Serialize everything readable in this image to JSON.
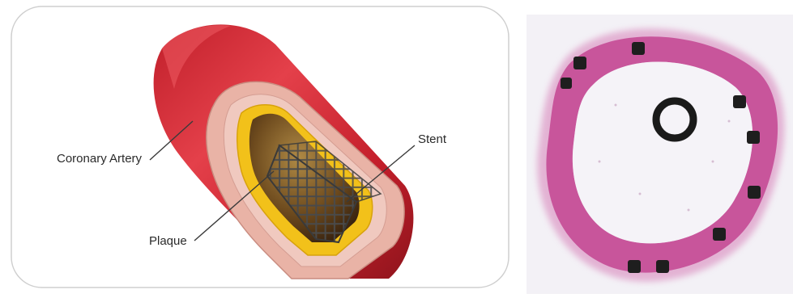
{
  "labels": {
    "artery": "Coronary Artery",
    "stent": "Stent",
    "plaque": "Plaque"
  },
  "colors": {
    "artery_red": "#d8303a",
    "artery_dark": "#8e141c",
    "tissue_pink": "#e9b3a6",
    "plaque_yellow": "#f2c11a",
    "stent_gray": "#5a5a5a",
    "histology_pink": "#c8559b",
    "histology_bg": "#f3f1f6"
  },
  "icons": {
    "stent_strut": "black-square-icon",
    "guidewire": "ring-icon"
  }
}
